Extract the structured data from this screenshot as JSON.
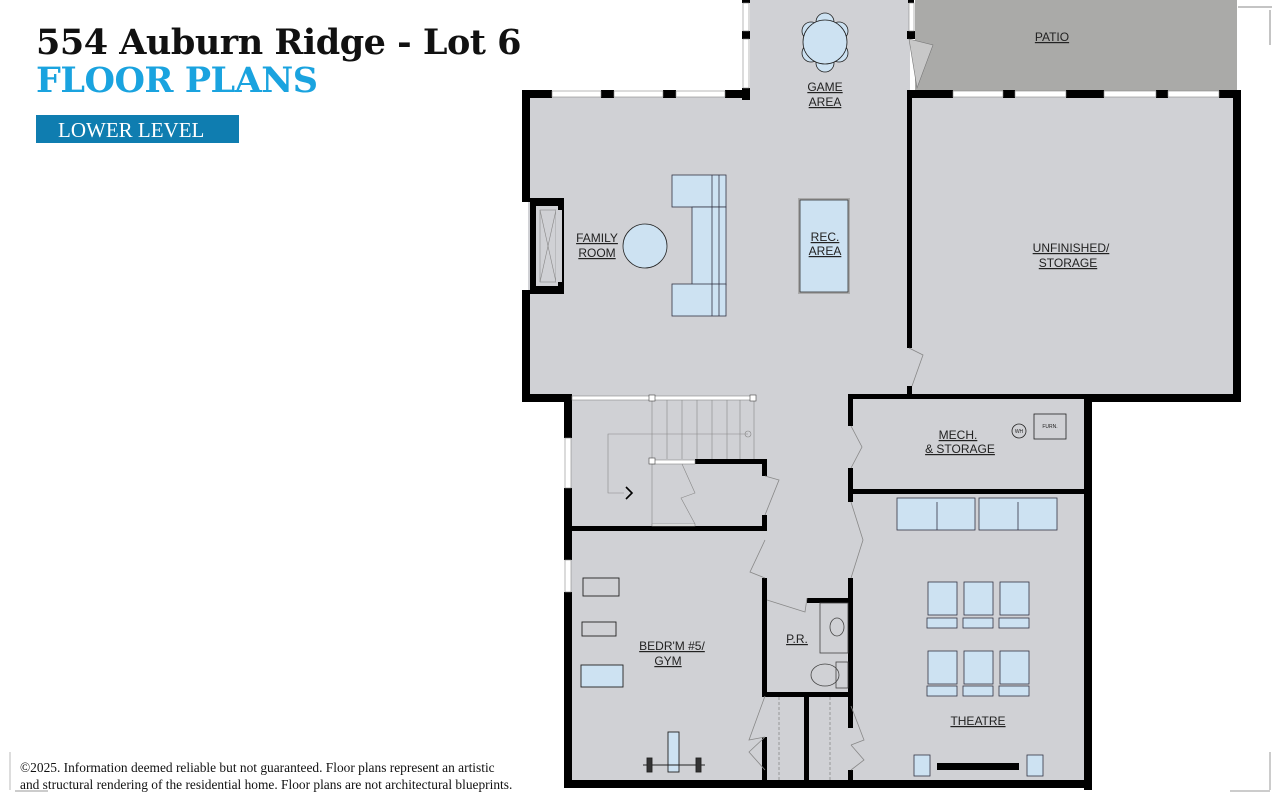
{
  "header": {
    "title": "554 Auburn Ridge - Lot 6",
    "subtitle": "FLOOR PLANS",
    "level_badge": "LOWER LEVEL"
  },
  "colors": {
    "title": "#111111",
    "subtitle": "#1aa3df",
    "badge_bg": "#0f7db0",
    "floor": "#d0d1d5",
    "patio": "#aaaaa8",
    "wall": "#000000",
    "furniture": "#cde2f2"
  },
  "rooms": {
    "patio": "PATIO",
    "game_area_1": "GAME",
    "game_area_2": "AREA",
    "family_room_1": "FAMILY",
    "family_room_2": "ROOM",
    "rec_area_1": "REC.",
    "rec_area_2": "AREA",
    "unfinished_1": "UNFINISHED/",
    "unfinished_2": "STORAGE",
    "mech_1": "MECH.",
    "mech_2": "& STORAGE",
    "bedroom_1": "BEDR'M #5/",
    "bedroom_2": "GYM",
    "powder_room": "P.R.",
    "theatre": "THEATRE"
  },
  "fixtures": {
    "water_heater": "WH",
    "furnace": "FURN."
  },
  "disclaimer": {
    "line1": "©2025. Information deemed reliable but not guaranteed. Floor plans represent an artistic",
    "line2": "and structural rendering of the residential home. Floor plans are not architectural blueprints."
  }
}
